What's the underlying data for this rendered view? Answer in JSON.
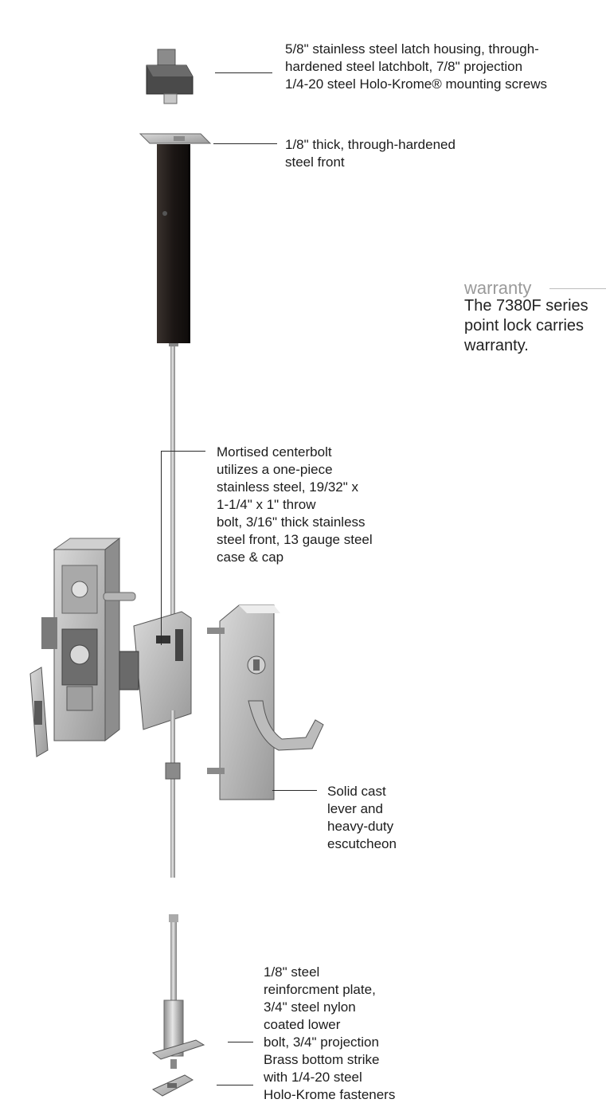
{
  "callouts": {
    "latch_housing": [
      "5/8\" stainless steel latch housing, through-",
      "hardened steel latchbolt, 7/8\" projection",
      "1/4-20 steel Holo-Krome® mounting screws"
    ],
    "steel_front": [
      "1/8\" thick, through-hardened",
      "steel front"
    ],
    "centerbolt": [
      "Mortised centerbolt",
      "utilizes a one-piece",
      "stainless steel, 19/32\" x",
      "1-1/4\" x 1\" throw",
      "bolt, 3/16\" thick stainless",
      "steel front, 13 gauge steel",
      "case & cap"
    ],
    "lever": [
      "Solid cast",
      "lever and",
      "heavy-duty",
      "escutcheon"
    ],
    "reinforcement": [
      "1/8\" steel",
      "reinforcment plate,",
      "3/4\" steel nylon",
      "coated lower",
      "bolt, 3/4\" projection"
    ],
    "bottom_strike": [
      "Brass bottom strike",
      "with 1/4-20 steel",
      "Holo-Krome fasteners"
    ]
  },
  "warranty": {
    "heading": "warranty",
    "lines": [
      "The 7380F series",
      "point lock carries",
      "warranty."
    ]
  },
  "colors": {
    "accent_gray": "#9a9a9a",
    "housing_black": "#1f1a18",
    "steel": "#b8b8b8"
  }
}
